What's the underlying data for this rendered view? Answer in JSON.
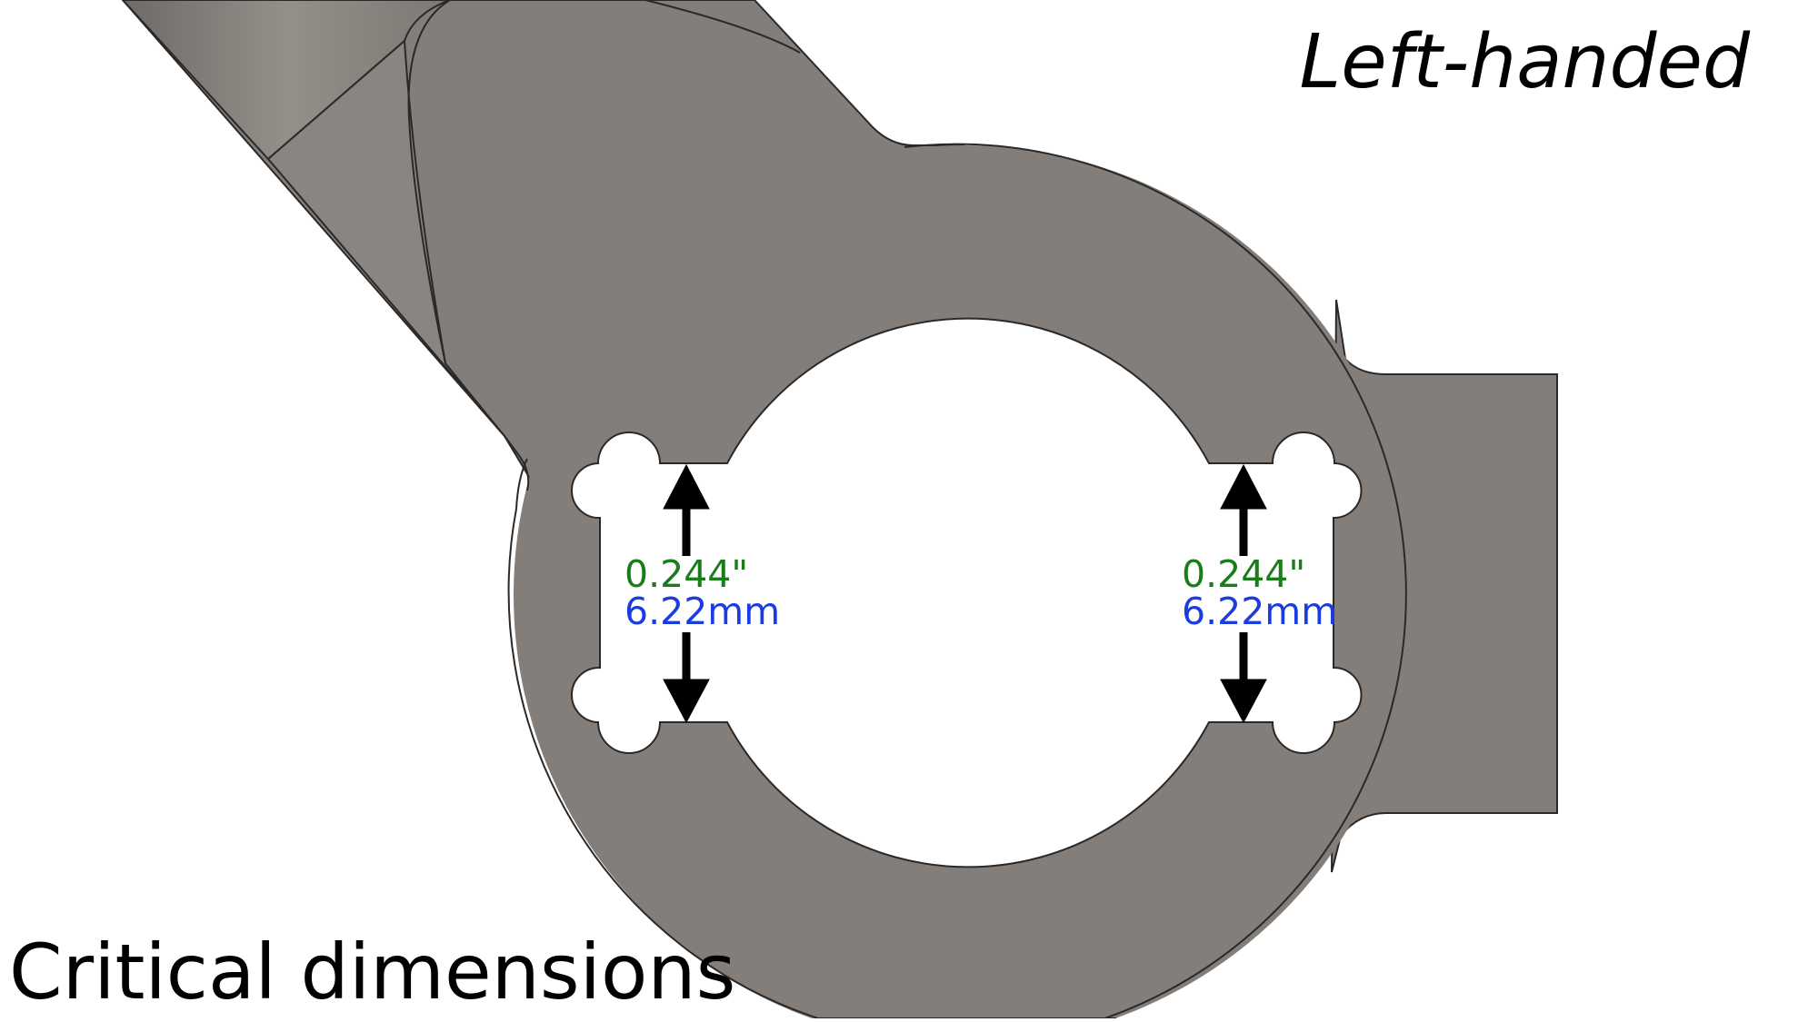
{
  "labels": {
    "handedness": "Left-handed",
    "caption": "Critical dimensions"
  },
  "dimensions": {
    "left": {
      "inch": "0.244\"",
      "mm": "6.22mm"
    },
    "right": {
      "inch": "0.244\"",
      "mm": "6.22mm"
    }
  },
  "colors": {
    "part_fill": "#837e79",
    "part_edge": "#2b2928",
    "inch_text": "#1a7d1a",
    "mm_text": "#1a3ce0",
    "arrow": "#000000"
  }
}
